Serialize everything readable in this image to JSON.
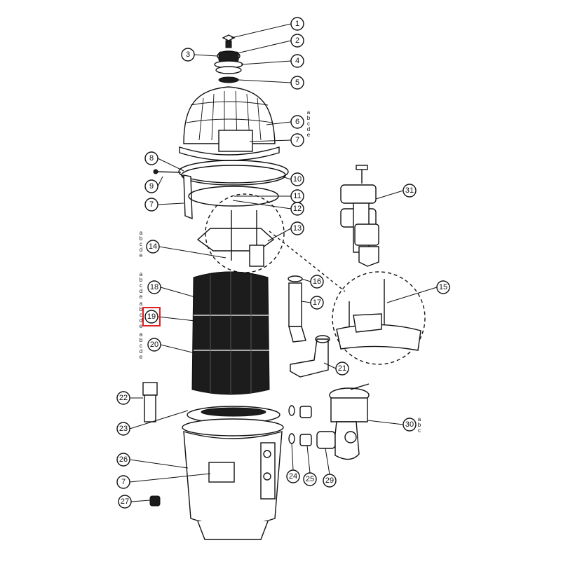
{
  "callouts": [
    "1",
    "2",
    "3",
    "4",
    "5",
    "6",
    "7",
    "8",
    "9",
    "10",
    "11",
    "12",
    "13",
    "14",
    "15",
    "16",
    "17",
    "18",
    "19",
    "20",
    "21",
    "22",
    "23",
    "24",
    "25",
    "26",
    "27",
    "29",
    "30",
    "31"
  ],
  "variant_letters": [
    "a",
    "b",
    "c",
    "d",
    "e"
  ],
  "variant_letters_short": [
    "a",
    "b",
    "c"
  ],
  "highlighted_part": "19",
  "highlight_color": "#e02020"
}
